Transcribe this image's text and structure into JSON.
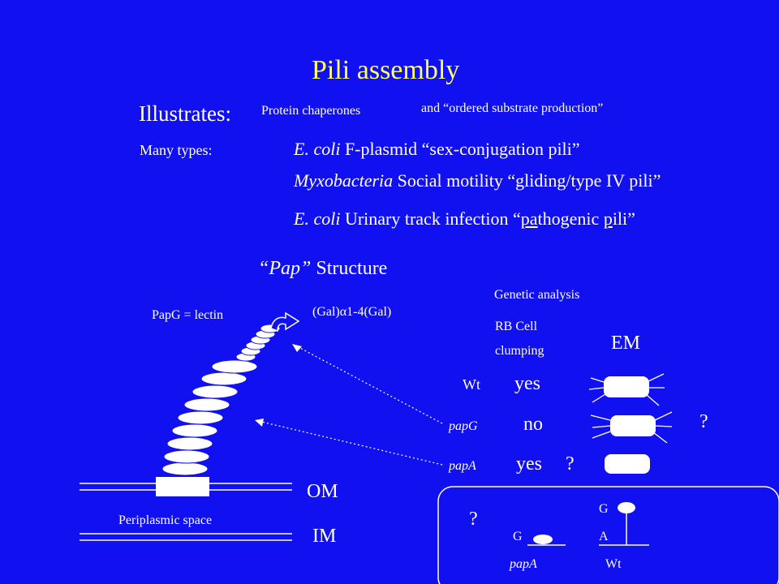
{
  "title": "Pili assembly",
  "illustrates": {
    "label": "Illustrates:",
    "item1": "Protein chaperones",
    "item2": "and “ordered substrate production”"
  },
  "types": {
    "label": "Many types:",
    "line1": {
      "organism": "E. coli",
      "text": " F-plasmid “sex-conjugation pili”"
    },
    "line2": {
      "organism": "Myxobacteria",
      "text": " Social motility “gliding/type IV pili”"
    },
    "line3": {
      "organism": "E. coli",
      "text_a": "  Urinary track infection “",
      "u1": "pa",
      "text_b": "thogenic ",
      "u2": "p",
      "text_c": "ili”"
    }
  },
  "pap_structure": {
    "quoted": "“Pap”",
    "text": " Structure"
  },
  "diagram": {
    "papg_label": "PapG = lectin",
    "receptor_label": "(Gal)α1-4(Gal)",
    "om": "OM",
    "im": "IM",
    "periplasmic": "Periplasmic space"
  },
  "genetics": {
    "heading": "Genetic analysis",
    "col1_line1": "RB Cell",
    "col1_line2": "clumping",
    "col2": "EM",
    "rows": [
      {
        "strain": "Wt",
        "result": "yes",
        "mark": ""
      },
      {
        "strain": "papG",
        "result": "no",
        "mark": "?"
      },
      {
        "strain": "papA",
        "result": "yes",
        "mark": "?"
      }
    ]
  },
  "inset": {
    "question": "?",
    "left_base": "G",
    "left_label": "papA",
    "right_top": "G",
    "right_base": "A",
    "right_label": "Wt"
  },
  "colors": {
    "background": "#1010f0",
    "title": "#ffff66",
    "text": "#ffffff"
  }
}
